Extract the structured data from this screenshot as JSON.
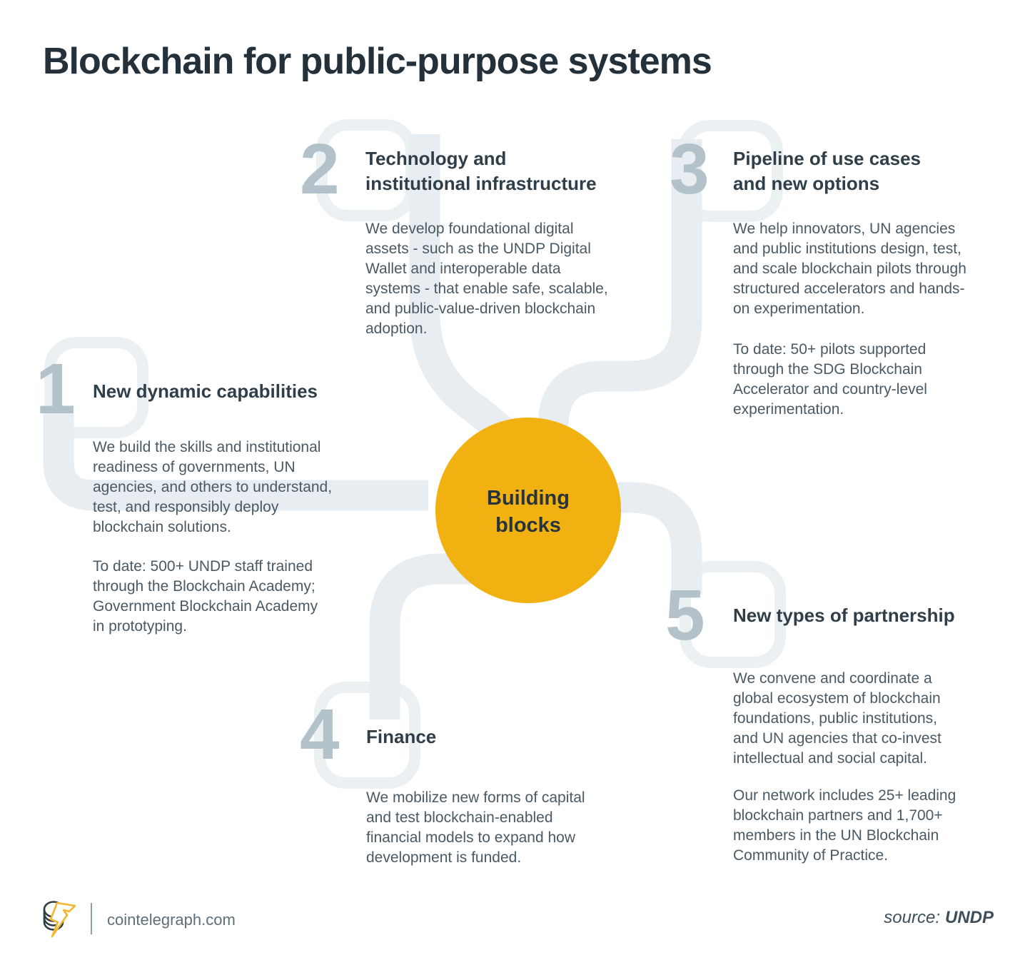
{
  "title": "Blockchain for public-purpose systems",
  "center": {
    "label": [
      "Building",
      "blocks"
    ],
    "circle_color": "#F1B211",
    "text_color": "#27333D"
  },
  "sections": [
    {
      "number": "1",
      "heading": [
        "New dynamic capabilities"
      ],
      "paragraphs": [
        [
          "We build the skills and institutional",
          "readiness of governments, UN",
          "agencies, and others to understand,",
          "test, and responsibly deploy",
          "blockchain solutions."
        ],
        [
          "To date: 500+ UNDP staff trained",
          "through the Blockchain Academy;",
          "Government Blockchain Academy",
          "in prototyping."
        ]
      ]
    },
    {
      "number": "2",
      "heading": [
        "Technology and",
        "institutional infrastructure"
      ],
      "paragraphs": [
        [
          "We develop foundational digital",
          "assets - such as the UNDP Digital",
          "Wallet and interoperable data",
          "systems - that enable safe, scalable,",
          "and public-value-driven blockchain",
          "adoption."
        ]
      ]
    },
    {
      "number": "3",
      "heading": [
        "Pipeline of use cases",
        "and new options"
      ],
      "paragraphs": [
        [
          "We help innovators, UN agencies",
          "and public institutions design, test,",
          "and scale blockchain pilots through",
          "structured accelerators and hands-",
          "on experimentation."
        ],
        [
          "To date: 50+ pilots supported",
          "through the SDG Blockchain",
          "Accelerator and country-level",
          "experimentation."
        ]
      ]
    },
    {
      "number": "4",
      "heading": [
        "Finance"
      ],
      "paragraphs": [
        [
          "We mobilize new forms of capital",
          "and test blockchain-enabled",
          "financial models to expand how",
          "development is funded."
        ]
      ]
    },
    {
      "number": "5",
      "heading": [
        "New types of partnership"
      ],
      "paragraphs": [
        [
          "We convene and coordinate a",
          "global ecosystem of blockchain",
          "foundations, public institutions,",
          "and UN agencies that co-invest",
          "intellectual and social capital."
        ],
        [
          "Our network includes 25+ leading",
          "blockchain partners and 1,700+",
          "members in the UN Blockchain",
          "Community of Practice."
        ]
      ]
    }
  ],
  "footer": {
    "site": "cointelegraph.com",
    "source_label": "source:",
    "source_value": "UNDP"
  },
  "colors": {
    "accent_yellow": "#F1B211",
    "connector_band": "#E7EDF0",
    "square_outline": "#EBF0F3",
    "number_gray": "#B3C1CB",
    "heading_text": "#2F3E49",
    "body_text": "#4A5963",
    "title_text": "#24313B",
    "logo_bolt_yellow": "#F2B630"
  }
}
